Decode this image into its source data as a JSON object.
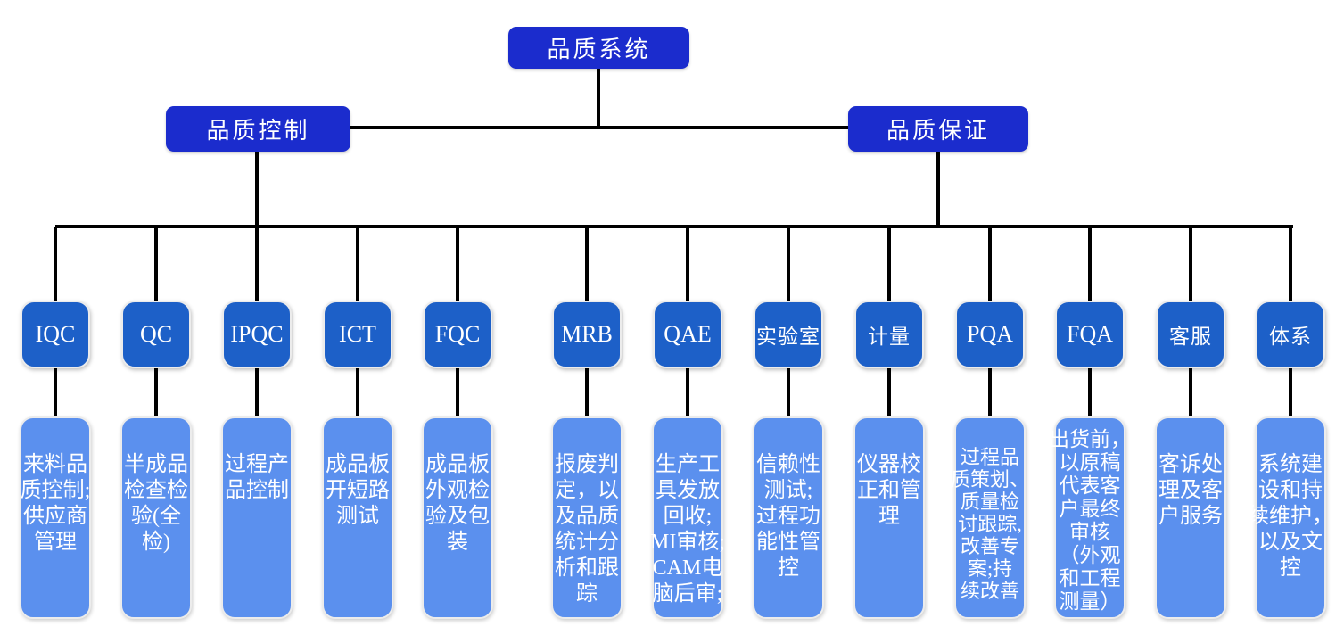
{
  "colors": {
    "top_box": "#1b2ccd",
    "dept_box": "#1d60c8",
    "desc_box": "#5b90ee",
    "line": "#000000",
    "text": "#ffffff",
    "box_border": "#ececec"
  },
  "root": {
    "label": "品质系统"
  },
  "branches": [
    {
      "label": "品质控制"
    },
    {
      "label": "品质保证"
    }
  ],
  "departments": [
    {
      "name": "IQC",
      "parent": "品质控制",
      "desc": "来料品\n质控制;\n供应商\n管理"
    },
    {
      "name": "QC",
      "parent": "品质控制",
      "desc": "半成品\n检查检\n验(全\n检)"
    },
    {
      "name": "IPQC",
      "parent": "品质控制",
      "desc": "过程产\n品控制"
    },
    {
      "name": "ICT",
      "parent": "品质控制",
      "desc": "成品板\n开短路\n测试"
    },
    {
      "name": "FQC",
      "parent": "品质控制",
      "desc": "成品板\n外观检\n验及包\n装"
    },
    {
      "name": "MRB",
      "parent": "品质保证",
      "desc": "报废判\n定，以\n及品质\n统计分\n析和跟\n踪"
    },
    {
      "name": "QAE",
      "parent": "品质保证",
      "desc": "生产工\n具发放\n回收;\nMI审核;\nCAM电\n脑后审;"
    },
    {
      "name": "实验室",
      "parent": "品质保证",
      "desc": "信赖性\n测试;\n过程功\n能性管\n控"
    },
    {
      "name": "计量",
      "parent": "品质保证",
      "desc": "仪器校\n正和管\n理"
    },
    {
      "name": "PQA",
      "parent": "品质保证",
      "desc": "过程品\n质策划、\n质量检\n讨跟踪,\n改善专\n案;持\n续改善"
    },
    {
      "name": "FQA",
      "parent": "品质保证",
      "desc": "出货前，\n以原稿\n代表客\n户最终\n审核\n（外观\n和工程\n测量）"
    },
    {
      "name": "客服",
      "parent": "品质保证",
      "desc": "客诉处\n理及客\n户服务"
    },
    {
      "name": "体系",
      "parent": "品质保证",
      "desc": "系统建\n设和持\n续维护，\n以及文\n控"
    }
  ]
}
